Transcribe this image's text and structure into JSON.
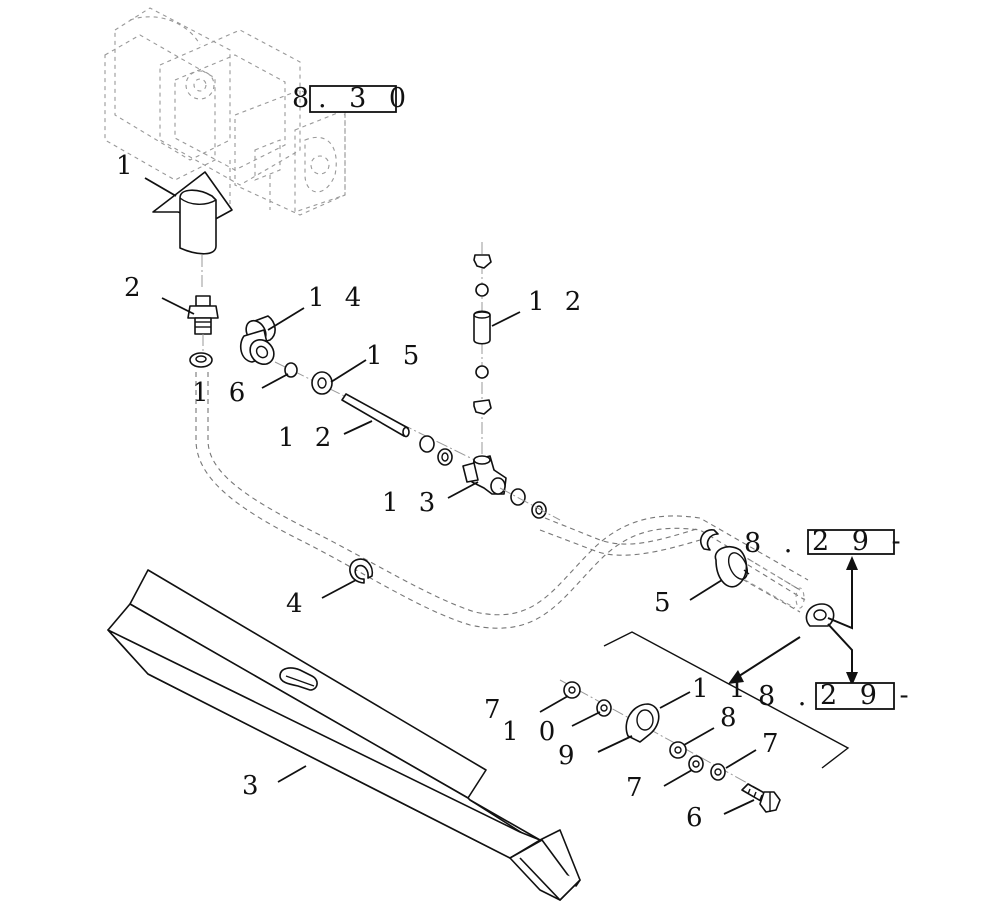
{
  "callouts": {
    "c1": "1",
    "c2": "2",
    "c3": "3",
    "c4": "4",
    "c5": "5",
    "c6": "6",
    "c7a": "7",
    "c7b": "7",
    "c7c": "7",
    "c8": "8",
    "c9": "9",
    "c10": "1 0",
    "c11": "1 1",
    "c12a": "1 2",
    "c12b": "1 2",
    "c13": "1 3",
    "c14": "1 4",
    "c15": "1 5",
    "c16": "1 6"
  },
  "references": {
    "ref_top_prefix": "8",
    "ref_top_box": ". 3 0",
    "ref_mid_prefix": "8 .",
    "ref_mid_box": "2 9 -",
    "ref_low_prefix": "8 .",
    "ref_low_box": "2 9 -"
  }
}
